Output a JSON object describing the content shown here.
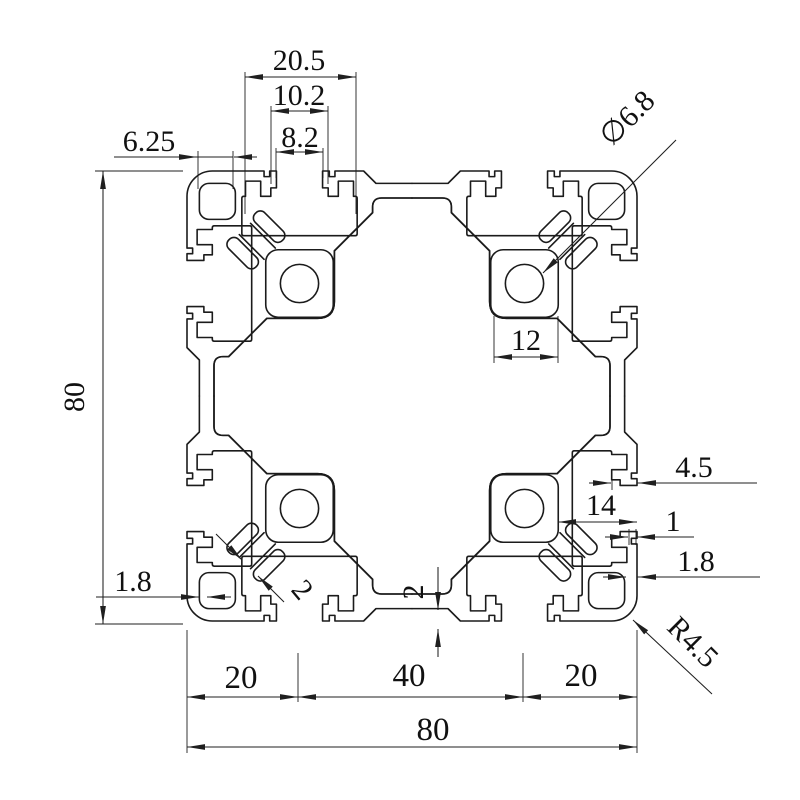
{
  "drawing": {
    "dims": {
      "top_cavity_width": "20.5",
      "top_slot_step": "10.2",
      "top_slot_opening": "8.2",
      "corner_cavity_width": "6.25",
      "overall_height": "80",
      "hole_diameter": "∅6.8",
      "block_width": "12",
      "block_depth": "14",
      "lip_depth": "4.5",
      "lip_step": "1",
      "wall_right": "1.8",
      "wall_left": "1.8",
      "web_thickness": "2",
      "base_thickness": "2",
      "corner_radius": "R4.5",
      "bottom_seg_left": "20",
      "bottom_seg_center": "40",
      "bottom_seg_right": "20",
      "overall_width": "80"
    }
  }
}
